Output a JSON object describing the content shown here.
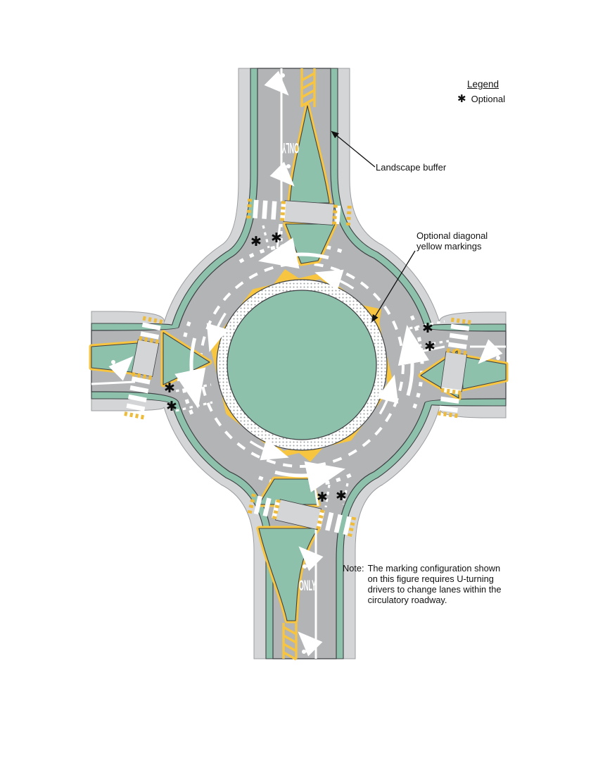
{
  "legend": {
    "title": "Legend",
    "items": [
      {
        "symbol": "✱",
        "label": "Optional"
      }
    ]
  },
  "annotations": {
    "landscape_buffer": "Landscape buffer",
    "optional_diagonal_line1": "Optional diagonal",
    "optional_diagonal_line2": "yellow markings"
  },
  "note": {
    "prefix": "Note:",
    "lines": [
      "The marking configuration shown",
      "on this figure requires U-turning",
      "drivers to change lanes within the",
      "circulatory roadway."
    ]
  },
  "pavement": {
    "only": "ONLY"
  },
  "symbols": {
    "asterisk": "✱"
  },
  "colors": {
    "road": "#b2b4b6",
    "sidewalk": "#d4d5d6",
    "landscape": "#8ec1ac",
    "yellow": "#f8c540",
    "checker": "#eebb3a",
    "outline": "#3e4144",
    "stipple_dot": "#9aa0a3",
    "marking_white": "#ffffff",
    "text": "#111111"
  }
}
